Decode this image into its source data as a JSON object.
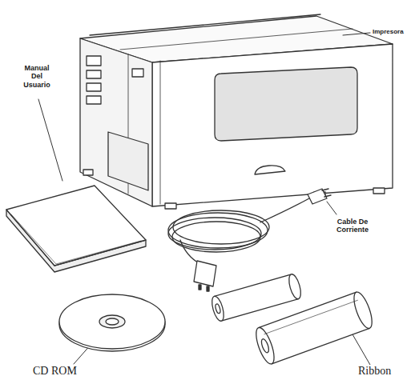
{
  "diagram": {
    "labels": [
      "Impresora",
      "Manual Del Usuario",
      "Cable De Corriente",
      "CD ROM",
      "Ribbon"
    ]
  }
}
